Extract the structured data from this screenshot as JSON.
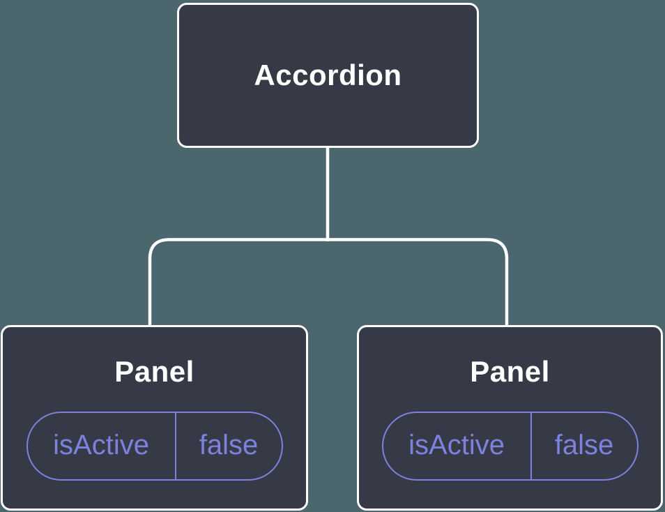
{
  "diagram": {
    "root": {
      "label": "Accordion"
    },
    "panels": [
      {
        "title": "Panel",
        "state_key": "isActive",
        "state_value": "false"
      },
      {
        "title": "Panel",
        "state_key": "isActive",
        "state_value": "false"
      }
    ]
  },
  "colors": {
    "background": "#4c666e",
    "node_fill": "#353a46",
    "node_border": "#ffffff",
    "line_color": "#ffffff",
    "title_color": "#ffffff",
    "accent": "#7c82dd"
  }
}
